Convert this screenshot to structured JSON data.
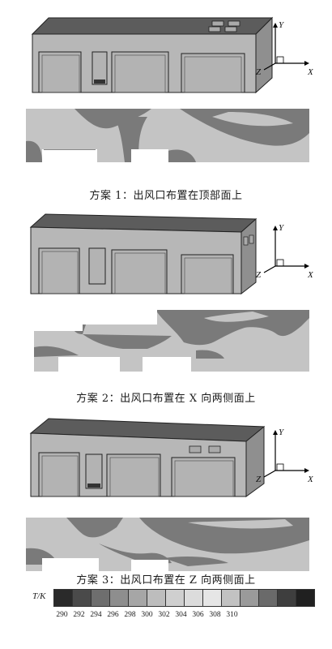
{
  "panels": [
    {
      "caption": "方案 1：出风口布置在顶部面上",
      "vent_location": "top"
    },
    {
      "caption": "方案 2：出风口布置在 X 向两侧面上",
      "vent_location": "x-sides"
    },
    {
      "caption": "方案 3：出风口布置在 Z 向两侧面上",
      "vent_location": "z-sides"
    }
  ],
  "axes": {
    "x": "X",
    "y": "Y",
    "z": "Z"
  },
  "legend": {
    "title": "T/K",
    "ticks": [
      "290",
      "292",
      "294",
      "296",
      "298",
      "300",
      "302",
      "304",
      "306",
      "308",
      "310"
    ],
    "colors": [
      "#2a2a2a",
      "#4a4a4a",
      "#6e6e6e",
      "#8e8e8e",
      "#a6a6a6",
      "#bdbdbd",
      "#cfcfcf",
      "#dcdcdc",
      "#e6e6e6",
      "#c2c2c2",
      "#9a9a9a",
      "#6a6a6a",
      "#3e3e3e",
      "#202020"
    ]
  },
  "colors": {
    "box_front": "#b7b7b7",
    "box_top": "#5c5c5c",
    "box_side": "#8f8f8f",
    "contour_base": "#c4c4c4",
    "contour_dark": "#7a7a7a"
  }
}
